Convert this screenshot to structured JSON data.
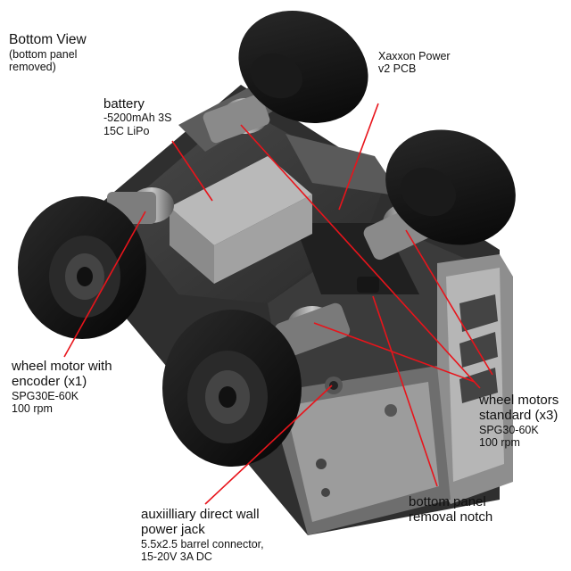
{
  "title": {
    "main": "Bottom View",
    "sub1": "(bottom panel",
    "sub2": "removed)"
  },
  "callouts": {
    "battery": {
      "name": "battery",
      "line1": "-5200mAh 3S",
      "line2": "15C LiPo"
    },
    "pcb": {
      "line1": "Xaxxon Power",
      "line2": "v2 PCB"
    },
    "encoder_motor": {
      "line1": "wheel motor with",
      "line2": "encoder (x1)",
      "line3": "SPG30E-60K",
      "line4": "100 rpm"
    },
    "standard_motors": {
      "line1": "wheel motors",
      "line2": "standard (x3)",
      "line3": "SPG30-60K",
      "line4": "100 rpm"
    },
    "notch": {
      "line1": "bottom panel",
      "line2": "removal notch"
    },
    "jack": {
      "line1": "auxiilliary direct wall",
      "line2": "power jack",
      "line3": "5.5x2.5 barrel connector,",
      "line4": "15-20V 3A DC"
    }
  },
  "colors": {
    "leader": "#e8141b",
    "tire": "#111111",
    "chassis": "#3a3a3a",
    "metal": "#9a9a9a",
    "label_text": "#111111"
  }
}
